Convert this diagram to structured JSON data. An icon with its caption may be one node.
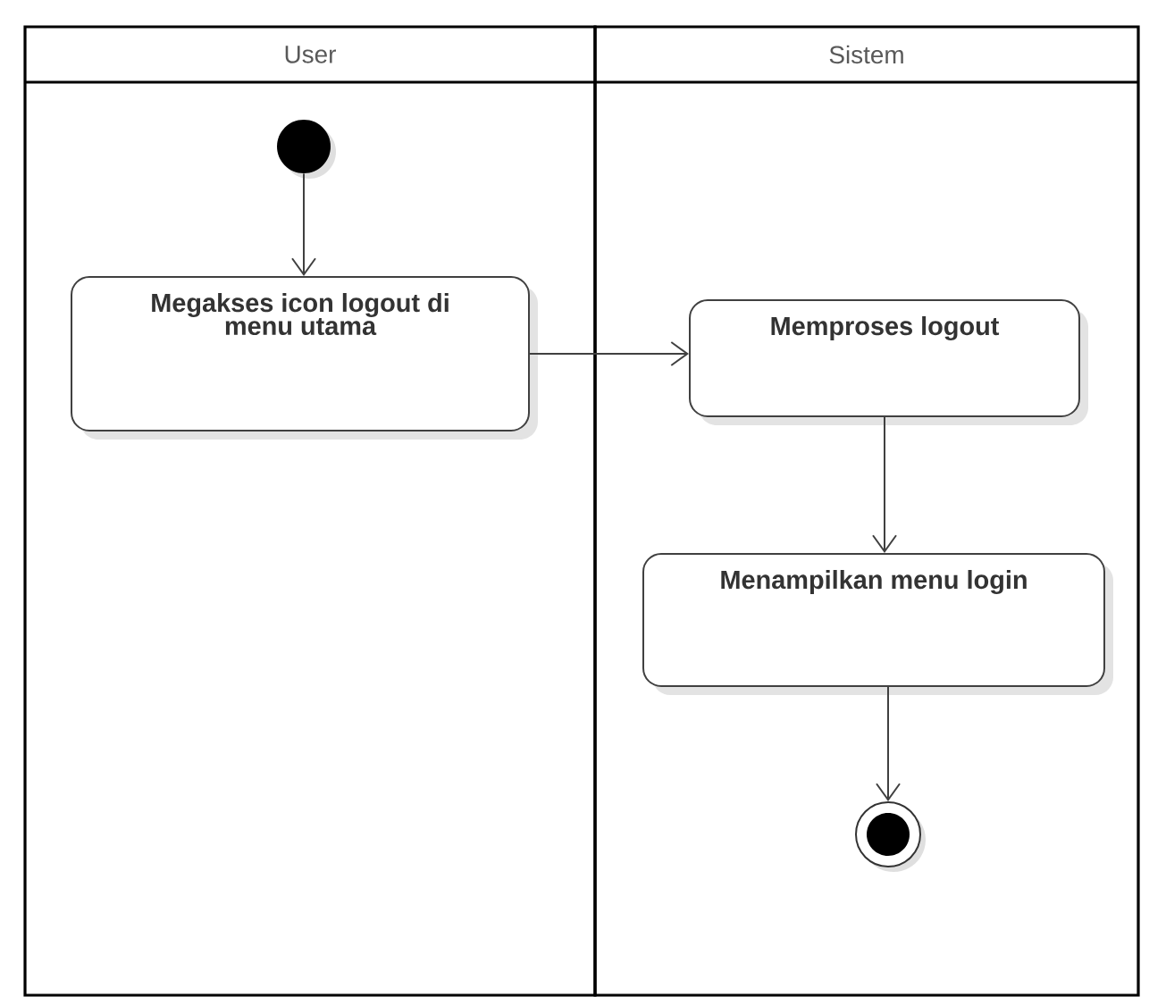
{
  "diagram": {
    "nodes": [
      {
        "text": [
          "User"
        ]
      },
      {
        "text": [
          "Sistem"
        ]
      },
      {
        "text": [],
        "shape": "circle",
        "in": 0
      },
      {
        "text": [
          "Megakses icon logout di menu utama"
        ],
        "in": 0
      },
      {
        "text": [
          "Memproses logout"
        ],
        "in": 1
      },
      {
        "text": [
          "Menampilkan menu login"
        ],
        "in": 1
      },
      {
        "text": [],
        "shape": "bullseye",
        "in": 1
      }
    ],
    "edges": [
      {
        "from": 2,
        "to": 3,
        "arrow": "to"
      },
      {
        "from": 3,
        "to": 4,
        "arrow": "to"
      },
      {
        "from": 4,
        "to": 5,
        "arrow": "to"
      },
      {
        "from": 5,
        "to": 6,
        "arrow": "to"
      }
    ]
  }
}
